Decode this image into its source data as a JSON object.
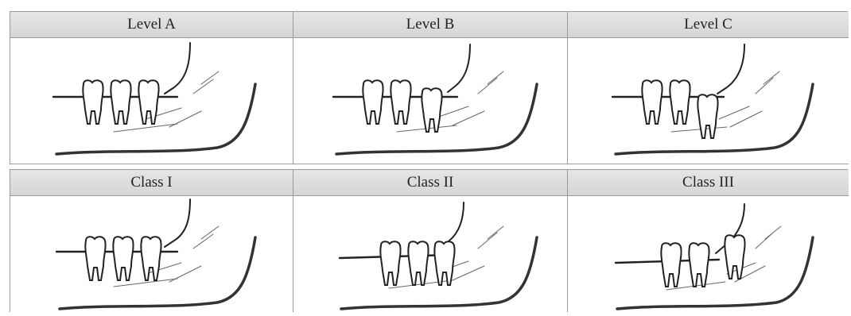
{
  "panels_top": [
    {
      "label": "Level A"
    },
    {
      "label": "Level B"
    },
    {
      "label": "Level C"
    }
  ],
  "panels_bottom": [
    {
      "label": "Class I"
    },
    {
      "label": "Class II"
    },
    {
      "label": "Class III"
    }
  ]
}
